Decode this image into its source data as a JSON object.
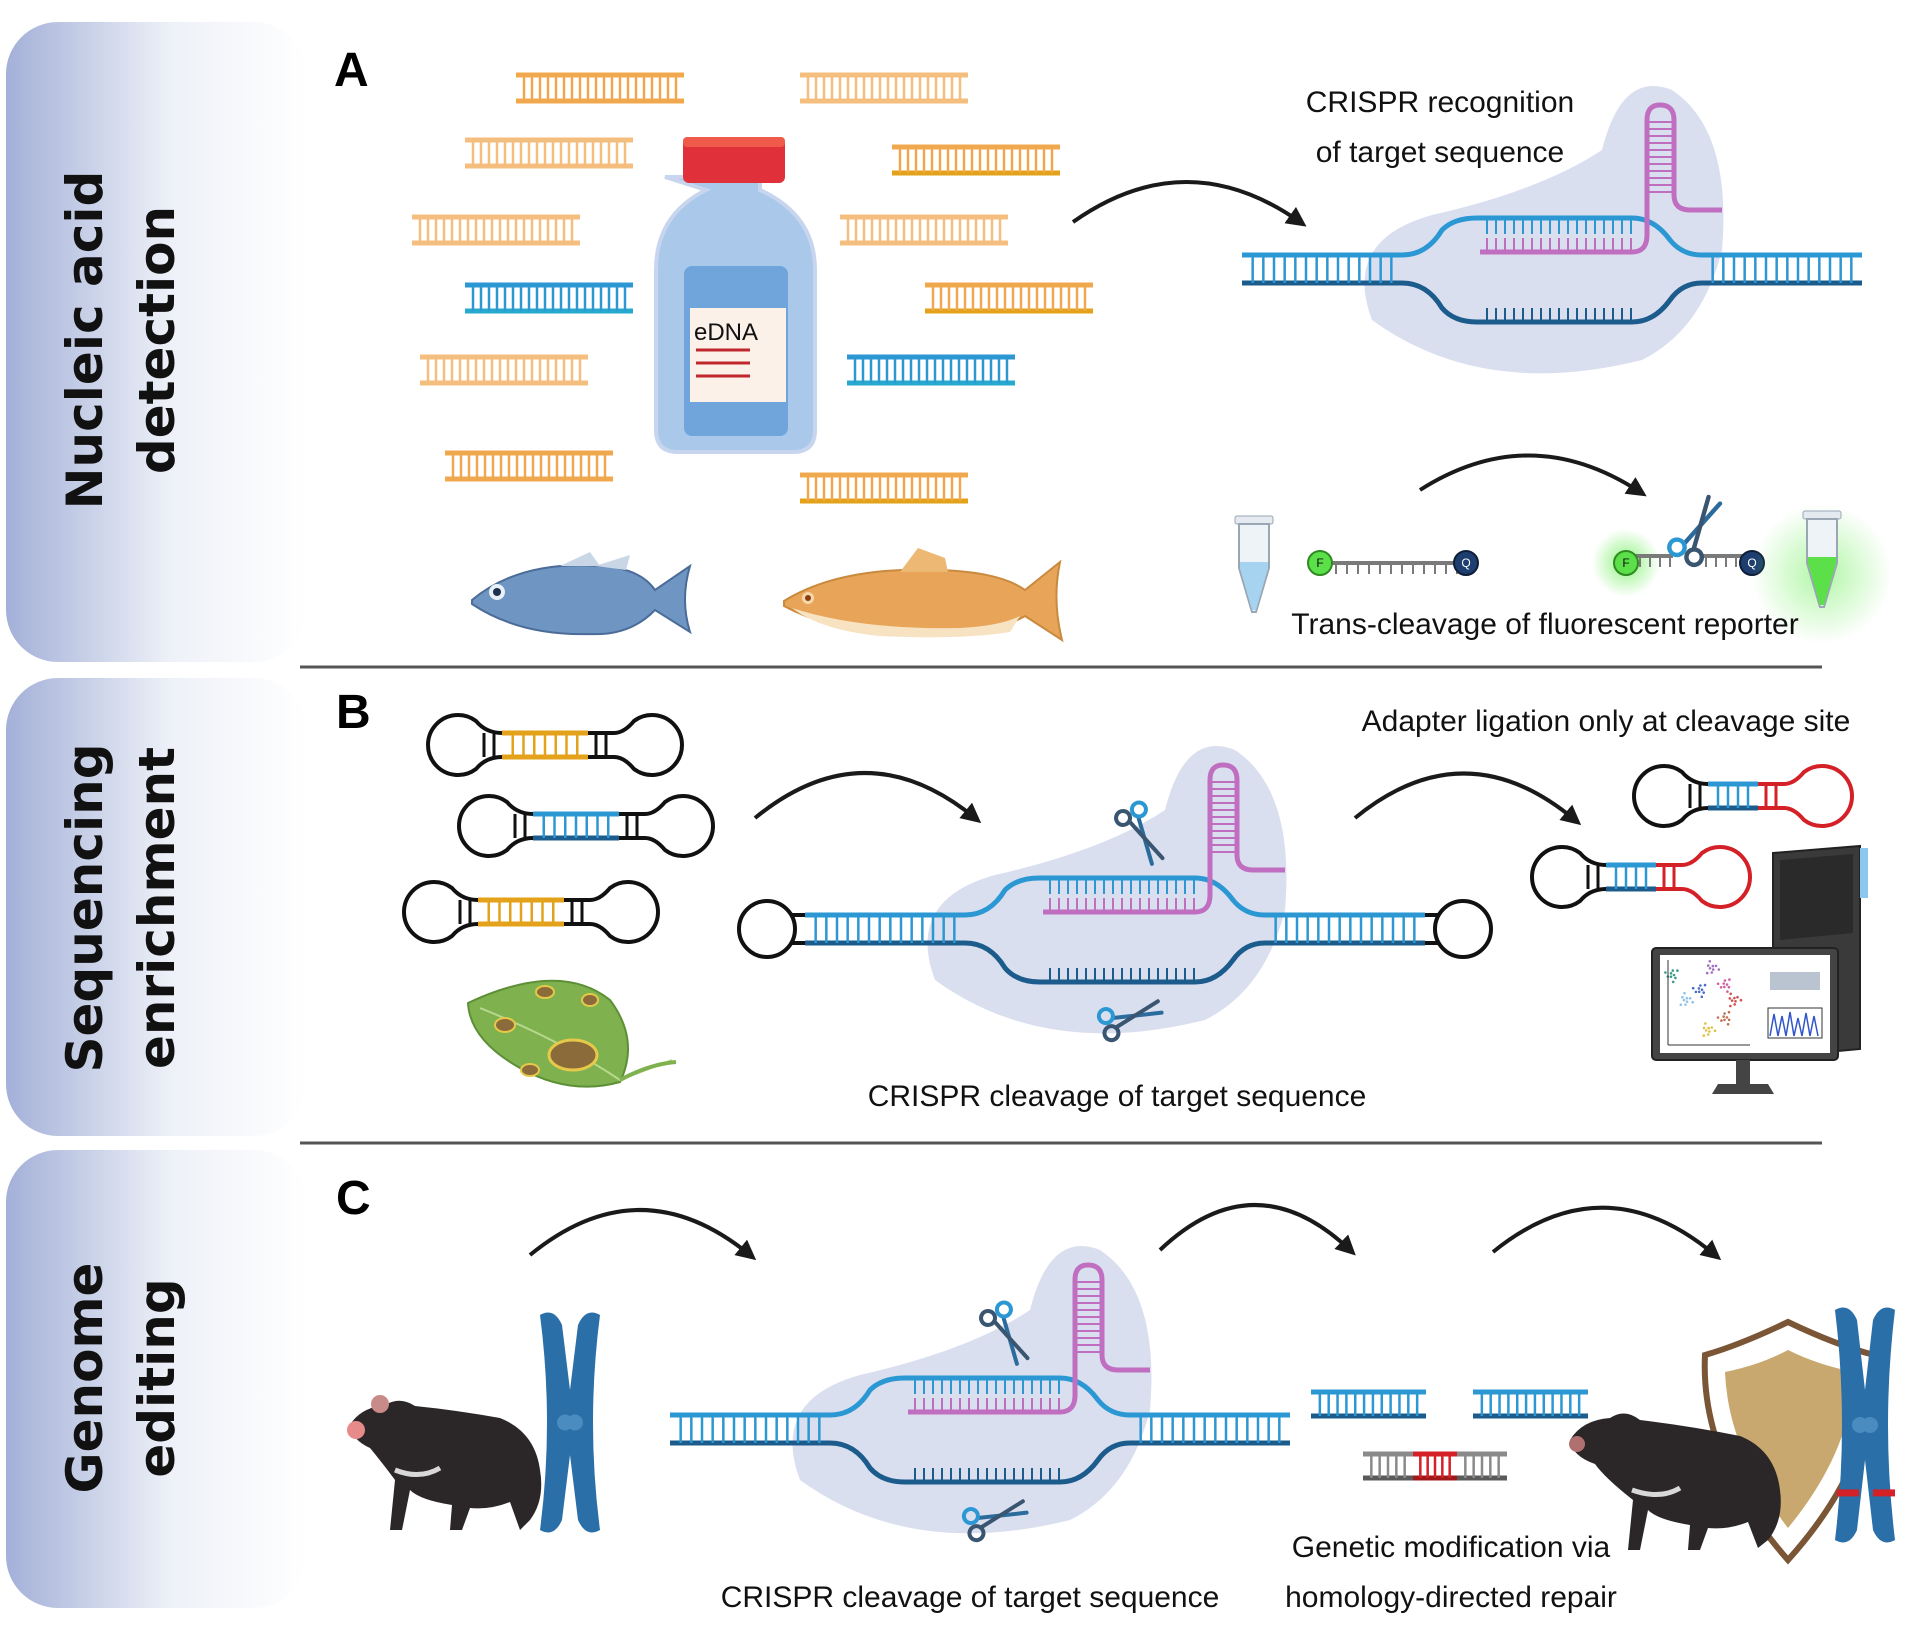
{
  "figure": {
    "panels": [
      {
        "id": "A",
        "letter": "A",
        "rail_lines": [
          "Nucleic acid",
          "detection"
        ],
        "captions": {
          "recognition_line1": "CRISPR recognition",
          "recognition_line2": "of target sequence",
          "reporter": "Trans-cleavage of fluorescent reporter"
        },
        "bottle_label": "eDNA",
        "reporter_labels": {
          "fluorophore": "F",
          "quencher": "Q"
        },
        "organisms": [
          "stickleback fish",
          "trout"
        ]
      },
      {
        "id": "B",
        "letter": "B",
        "rail_lines": [
          "Sequencing",
          "enrichment"
        ],
        "captions": {
          "adapter": "Adapter ligation only at cleavage site",
          "cleavage": "CRISPR cleavage of target sequence"
        },
        "organisms": [
          "diseased leaf"
        ]
      },
      {
        "id": "C",
        "letter": "C",
        "rail_lines": [
          "Genome",
          "editing"
        ],
        "captions": {
          "cleavage": "CRISPR cleavage of target sequence",
          "hdr_line1": "Genetic modification via",
          "hdr_line2": "homology-directed repair"
        },
        "organisms": [
          "Tasmanian devil",
          "protected Tasmanian devil"
        ]
      }
    ]
  },
  "colors": {
    "rail_gradient_start": "#A3B0D8",
    "rail_gradient_end": "#FFFFFF",
    "dna_orange": "#F0A84E",
    "dna_light_orange": "#F4BE7E",
    "dna_gold": "#E3A21A",
    "dna_blue": "#2B97D3",
    "dna_dark_blue": "#1C5C8C",
    "guide_rna": "#C06EC0",
    "protein_blob": "#D6DCEE",
    "adapter_red": "#D42027",
    "bottle_cap": "#E0303A",
    "bottle_body": "#A9C8EA",
    "bottle_liquid": "#6FA5DA",
    "label_bg": "#FBF1E8",
    "fluor_green": "#5BE04A",
    "quencher_navy": "#1D3E6E",
    "chromosome": "#2A6FA8",
    "shield_brown": "#7A5536",
    "shield_tan": "#C8A86E",
    "hdr_grey": "#8A8A8A",
    "arrow": "#1A1A1A",
    "divider": "#555555"
  }
}
